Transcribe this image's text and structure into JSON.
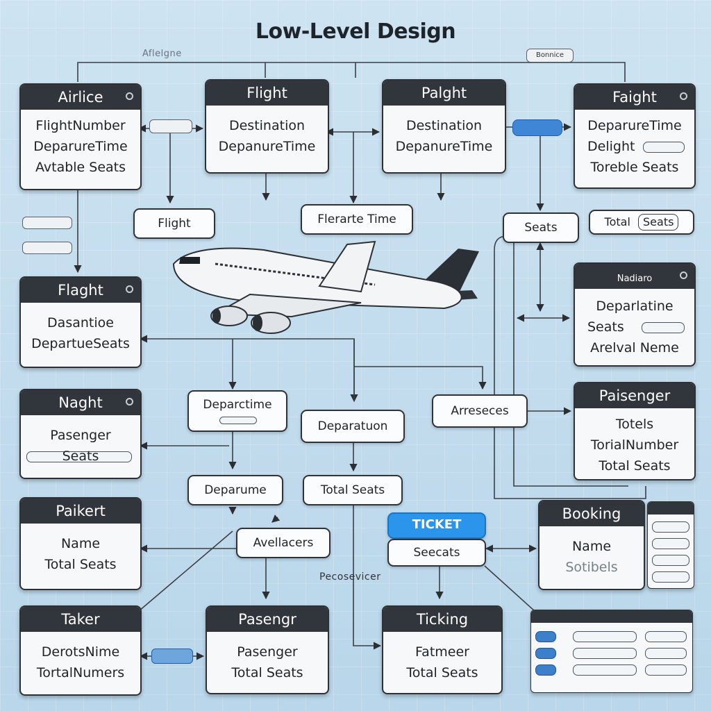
{
  "title": "Low-Level Design",
  "top_labels": {
    "left": "Aflelgne",
    "right": "Bonnice"
  },
  "cards": {
    "airline": {
      "header": "Airlice",
      "rows": [
        "FlightNumber",
        "DeparureTime",
        "Avtable Seats"
      ]
    },
    "flight_top": {
      "header": "Flight",
      "rows": [
        "Destination",
        "DepanureTime"
      ]
    },
    "palght": {
      "header": "Palght",
      "rows": [
        "Destination",
        "DepanureTime"
      ]
    },
    "faight": {
      "header": "Faight",
      "rows": [
        "DeparureTime",
        "Toreble Seats"
      ],
      "inline": "Delight"
    },
    "flight_mid": {
      "header": "Flaght",
      "rows": [
        "Dasantioe",
        "DepartueSeats"
      ]
    },
    "nadiaro": {
      "header": "Nadiaro",
      "rows": [
        "Deparlatine",
        "Arelval Neme"
      ],
      "inline": "Seats"
    },
    "naght": {
      "header": "Naght",
      "rows": [
        "Pasenger"
      ],
      "inline": "Seats"
    },
    "passenger_right": {
      "header": "Paisenger",
      "rows": [
        "Totels",
        "TorialNumber",
        "Total  Seats"
      ]
    },
    "paikert": {
      "header": "Paikert",
      "rows": [
        "Name",
        "Total Seats"
      ]
    },
    "booking": {
      "header": "Booking",
      "rows": [
        "Name",
        "Sotibels"
      ]
    },
    "taker": {
      "header": "Taker",
      "rows": [
        "DerotsNime",
        "TortalNumers"
      ]
    },
    "passenger_bottom": {
      "header": "Pasengr",
      "rows": [
        "Pasenger",
        "Total Seats"
      ]
    },
    "ticking": {
      "header": "Ticking",
      "rows": [
        "Fatmeer",
        "Total Seats"
      ]
    }
  },
  "pills": {
    "flight": "Flight",
    "departure_time": "Flerarte Time",
    "seats": "Seats",
    "total_seats_a": "Total",
    "total_seats_b": "Seats",
    "departime": "Deparctime",
    "departation": "Deparatuon",
    "arreseces": "Arreseces",
    "departume": "Deparume",
    "total_seats": "Total Seats",
    "avelleacers": "Avellacers",
    "ticket_label": "TICKET",
    "ticket_value": "Seecats"
  },
  "floating_text": {
    "passenger_note": "Pecosevicer"
  },
  "colors": {
    "card_header": "#31363c",
    "accent_blue": "#2a95ea",
    "background": "#c6dff0"
  }
}
